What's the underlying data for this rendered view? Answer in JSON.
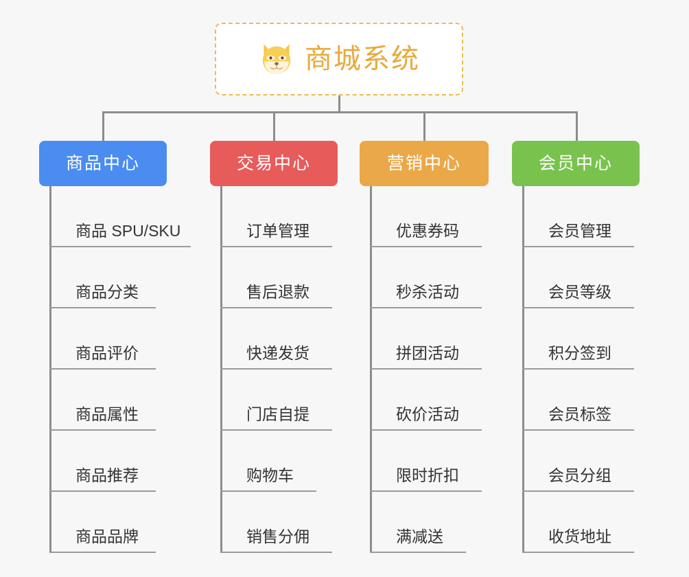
{
  "page": {
    "background_color": "#f7f7f7",
    "connector_color": "#8c8c8c",
    "leaf_underline_color": "#9a9a9a",
    "leaf_text_color": "#333333"
  },
  "root": {
    "title": "商城系统",
    "icon": "shiba-dog-face-icon",
    "border_color": "#f0b952",
    "text_color": "#e8a93c",
    "background_color": "#ffffff"
  },
  "branches": [
    {
      "label": "商品中心",
      "color": "#4a8cf0",
      "items": [
        "商品 SPU/SKU",
        "商品分类",
        "商品评价",
        "商品属性",
        "商品推荐",
        "商品品牌"
      ]
    },
    {
      "label": "交易中心",
      "color": "#e85b5b",
      "items": [
        "订单管理",
        "售后退款",
        "快递发货",
        "门店自提",
        "购物车",
        "销售分佣"
      ]
    },
    {
      "label": "营销中心",
      "color": "#eba848",
      "items": [
        "优惠券码",
        "秒杀活动",
        "拼团活动",
        "砍价活动",
        "限时折扣",
        "满减送"
      ]
    },
    {
      "label": "会员中心",
      "color": "#7ac24e",
      "items": [
        "会员管理",
        "会员等级",
        "积分签到",
        "会员标签",
        "会员分组",
        "收货地址"
      ]
    }
  ],
  "layout": {
    "branch_left": [
      57,
      306,
      524,
      746
    ],
    "branch_width": [
      186,
      186,
      188,
      186
    ],
    "leaf_underline_width": [
      [
        206,
        155,
        155,
        155,
        155,
        155
      ],
      [
        163,
        163,
        163,
        163,
        140,
        163
      ],
      [
        163,
        163,
        163,
        163,
        163,
        140
      ],
      [
        163,
        163,
        163,
        163,
        163,
        163
      ]
    ]
  }
}
